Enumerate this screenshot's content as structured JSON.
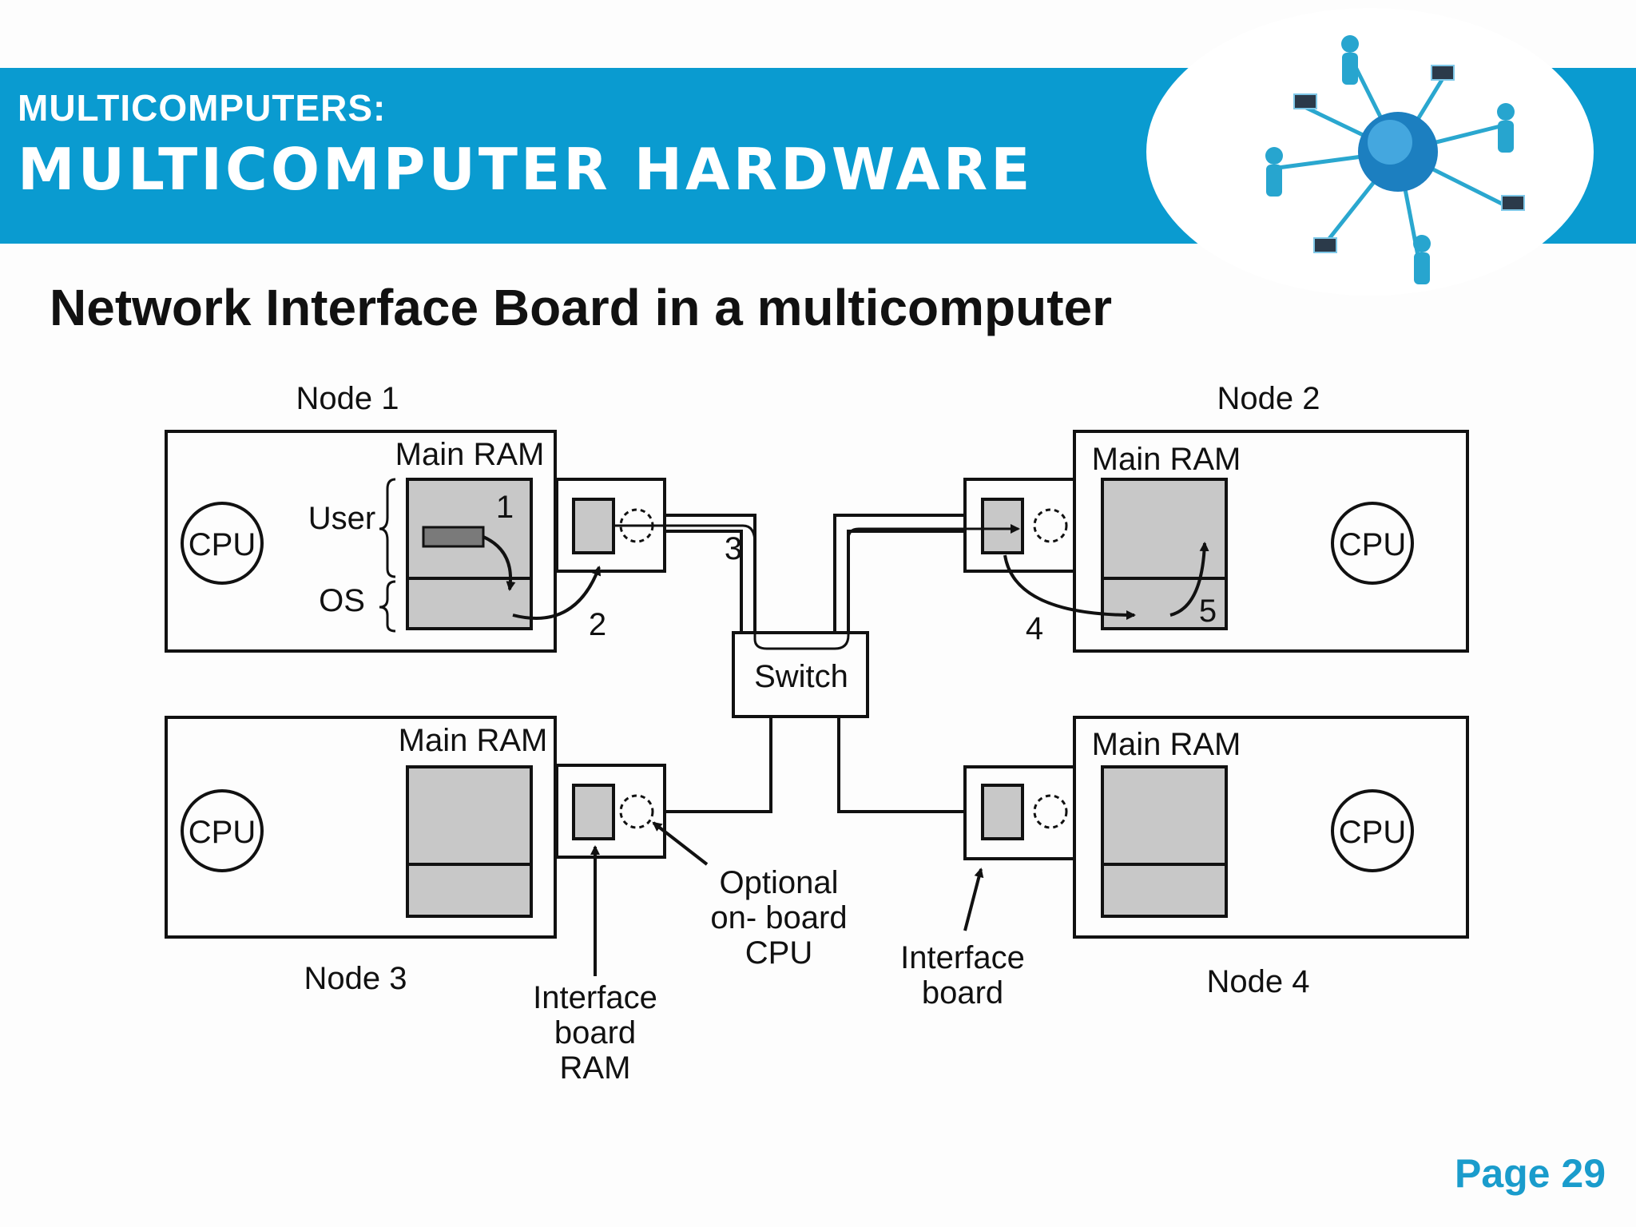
{
  "header": {
    "subtitle": "MULTICOMPUTERS:",
    "title": "MULTICOMPUTER HARDWARE"
  },
  "heading": "Network Interface Board in a multicomputer",
  "footer": {
    "page": "Page 29"
  },
  "logo_icon": "network-globe-icon",
  "colors": {
    "banner": "#0a9bd0",
    "page_number": "#1a9ccc",
    "memory_fill": "#c8c8c8"
  },
  "diagram": {
    "nodes": [
      "Node 1",
      "Node 2",
      "Node 3",
      "Node 4"
    ],
    "main_ram": "Main RAM",
    "cpu": "CPU",
    "user": "User",
    "os": "OS",
    "switch": "Switch",
    "steps": [
      "1",
      "2",
      "3",
      "4",
      "5"
    ],
    "callouts": {
      "optional_cpu": [
        "Optional",
        "on- board",
        "CPU"
      ],
      "interface_board_ram": [
        "Interface",
        "board",
        "RAM"
      ],
      "interface_board": [
        "Interface",
        "board"
      ]
    }
  }
}
